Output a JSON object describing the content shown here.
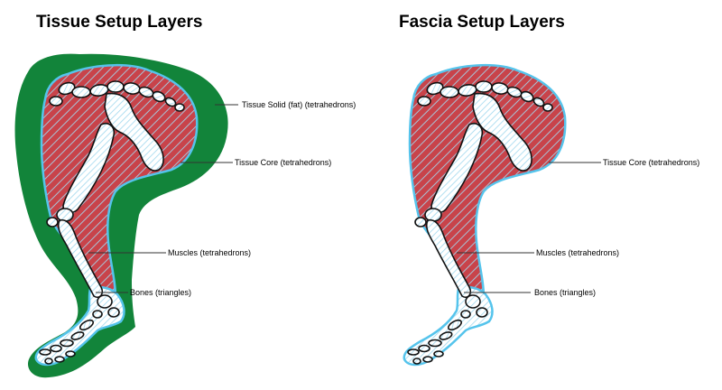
{
  "panels": [
    {
      "title": "Tissue Setup Layers",
      "labels": {
        "tissue_solid": "Tissue Solid (fat) (tetrahedrons)",
        "tissue_core": "Tissue Core (tetrahedrons)",
        "muscles": "Muscles (tetrahedrons)",
        "bones": "Bones (triangles)"
      }
    },
    {
      "title": "Fascia Setup Layers",
      "labels": {
        "tissue_core": "Tissue Core (tetrahedrons)",
        "muscles": "Muscles (tetrahedrons)",
        "bones": "Bones (triangles)"
      }
    }
  ],
  "colors": {
    "fat": "#12843a",
    "core": "#c8434a",
    "outline": "#55c4ec",
    "bone_stripe": "#9fd7ee",
    "leader_line": "#333333"
  }
}
